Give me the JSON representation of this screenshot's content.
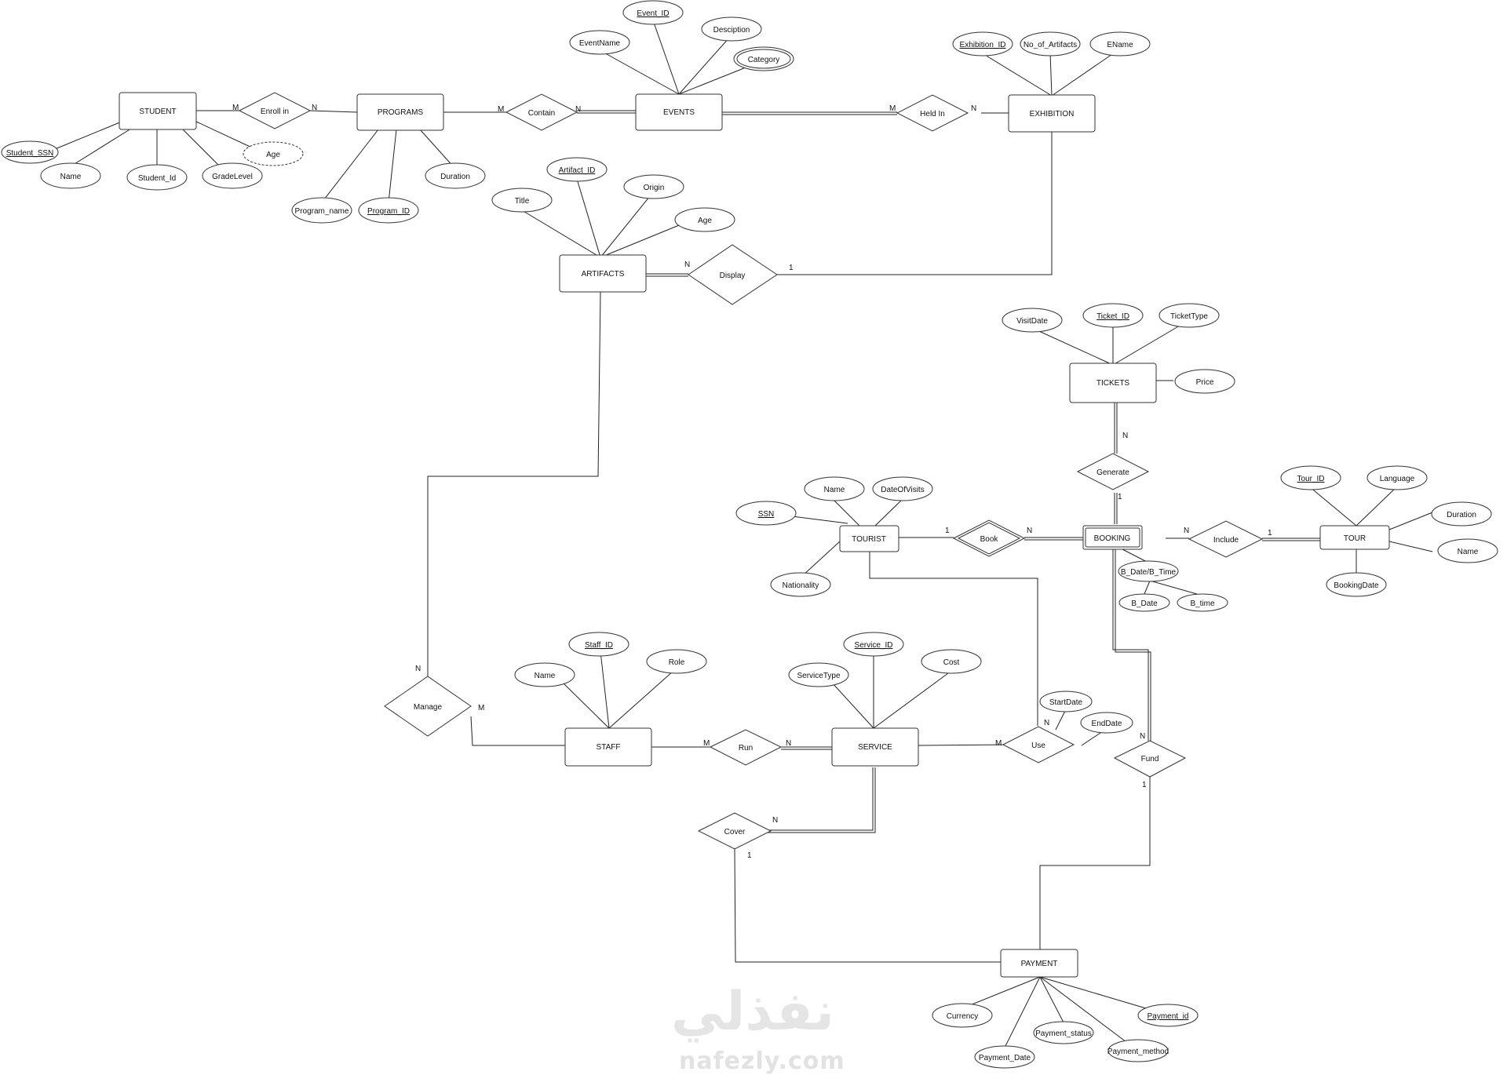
{
  "entities": {
    "student": "STUDENT",
    "programs": "PROGRAMS",
    "events": "EVENTS",
    "exhibition": "EXHIBITION",
    "artifacts": "ARTIFACTS",
    "tickets": "TICKETS",
    "tourist": "TOURIST",
    "booking": "BOOKING",
    "tour": "TOUR",
    "staff": "STAFF",
    "service": "SERVICE",
    "payment": "PAYMENT"
  },
  "relationships": {
    "enroll": "Enroll in",
    "contain": "Contain",
    "held_in": "Held In",
    "display": "Display",
    "generate": "Generate",
    "book": "Book",
    "include": "Include",
    "manage": "Manage",
    "run": "Run",
    "use": "Use",
    "fund": "Fund",
    "cover": "Cover"
  },
  "attributes": {
    "student_ssn": "Student_SSN",
    "student_name": "Name",
    "student_id": "Student_Id",
    "grade_level": "GradeLevel",
    "student_age": "Age",
    "program_name": "Program_name",
    "program_id": "Program_ID",
    "program_duration": "Duration",
    "event_id": "Event_ID",
    "event_name": "EventName",
    "description": "Desciption",
    "category": "Category",
    "exhibition_id": "Exhibition_ID",
    "no_of_artifacts": "No_of_Artifacts",
    "ename": "EName",
    "artifact_id": "Artifact_ID",
    "title": "Title",
    "origin": "Origin",
    "artifact_age": "Age",
    "visit_date": "VisitDate",
    "ticket_id": "Ticket_ID",
    "ticket_type": "TicketType",
    "price": "Price",
    "ssn": "SSN",
    "tourist_name": "Name",
    "date_of_visits": "DateOfVisits",
    "nationality": "Nationality",
    "b_date_time": "B_Date/B_Time",
    "b_date": "B_Date",
    "b_time": "B_time",
    "tour_id": "Tour_ID",
    "language": "Language",
    "tour_duration": "Duration",
    "tour_name": "Name",
    "booking_date": "BookingDate",
    "staff_id": "Staff_ID",
    "staff_name": "Name",
    "role": "Role",
    "service_id": "Service_ID",
    "service_type": "ServiceType",
    "cost": "Cost",
    "start_date": "StartDate",
    "end_date": "EndDate",
    "currency": "Currency",
    "payment_date": "Payment_Date",
    "payment_status": "Payment_status",
    "payment_method": "Payment_method",
    "payment_id": "Payment_id"
  },
  "cardinalities": {
    "enroll_student": "M",
    "enroll_programs": "N",
    "contain_programs": "M",
    "contain_events": "N",
    "held_events": "M",
    "held_exhibition": "N",
    "display_artifacts": "N",
    "display_exhibition": "1",
    "generate_tickets": "N",
    "generate_booking": "1",
    "book_tourist": "1",
    "book_booking": "N",
    "include_booking": "N",
    "include_tour": "1",
    "manage_artifacts": "N",
    "manage_staff": "M",
    "run_staff": "M",
    "run_service": "N",
    "use_service": "M",
    "use_tourist": "N",
    "fund_booking": "N",
    "fund_payment": "1",
    "cover_service": "N",
    "cover_payment": "1"
  },
  "watermark": {
    "arabic": "نفذلي",
    "latin": "nafezly.com"
  }
}
